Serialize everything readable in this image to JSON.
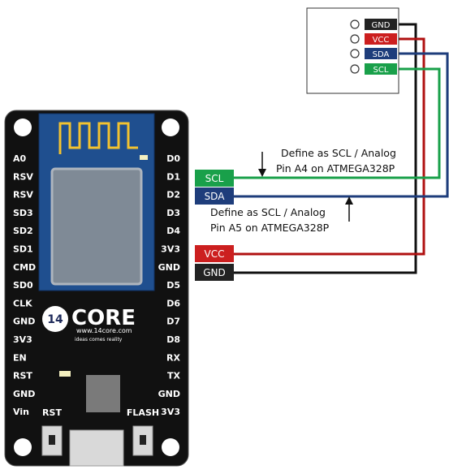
{
  "colors": {
    "board": "#111111",
    "antenna_panel": "#1f4f8f",
    "chip": "#7f8a96",
    "scl": "#19a04a",
    "sda": "#1e3d7b",
    "vcc": "#cc1f1f",
    "gnd": "#222222",
    "wire_gnd": "#111111",
    "wire_vcc": "#b01010",
    "wire_sda": "#1e3d7b",
    "wire_scl": "#19a04a"
  },
  "board": {
    "left_pins": [
      "A0",
      "RSV",
      "RSV",
      "SD3",
      "SD2",
      "SD1",
      "CMD",
      "SD0",
      "CLK",
      "GND",
      "3V3",
      "EN",
      "RST",
      "GND",
      "Vin"
    ],
    "right_pins": [
      "D0",
      "D1",
      "D2",
      "D3",
      "D4",
      "3V3",
      "GND",
      "D5",
      "D6",
      "D7",
      "D8",
      "RX",
      "TX",
      "GND",
      "3V3"
    ],
    "logo_number": "14",
    "logo_word": "CORE",
    "logo_url": "www.14core.com",
    "logo_tagline": "ideas comes reality",
    "rst_label": "RST",
    "flash_label": "FLASH"
  },
  "board_tags": {
    "scl": "SCL",
    "sda": "SDA",
    "vcc": "VCC",
    "gnd": "GND"
  },
  "module_tags": {
    "gnd": "GND",
    "vcc": "VCC",
    "sda": "SDA",
    "scl": "SCL"
  },
  "notes": {
    "scl_line1": "Define as SCL / Analog",
    "scl_line2": "Pin A4 on ATMEGA328P",
    "sda_line1": "Define as SCL / Analog",
    "sda_line2": "Pin A5 on ATMEGA328P"
  }
}
